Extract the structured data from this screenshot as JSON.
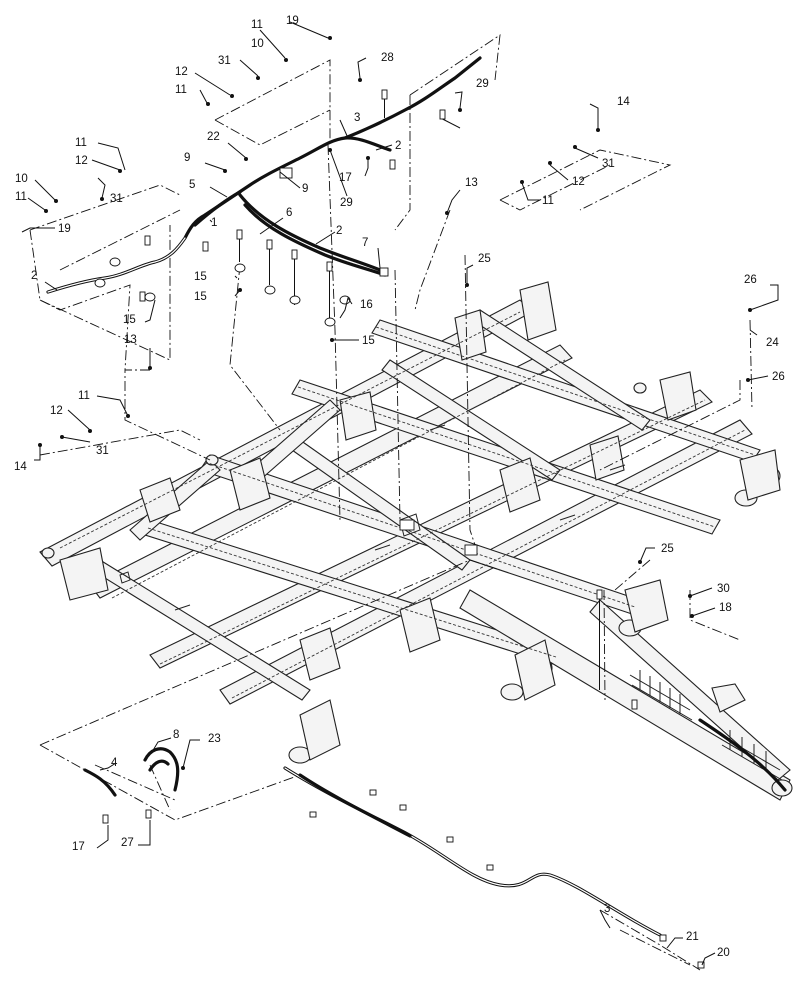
{
  "diagram": {
    "type": "exploded parts illustration",
    "subject": "agricultural implement frame with hydraulic hose routing",
    "callouts": [
      "1",
      "2",
      "3",
      "4",
      "5",
      "6",
      "7",
      "8",
      "9",
      "10",
      "11",
      "12",
      "13",
      "14",
      "15",
      "16",
      "17",
      "18",
      "19",
      "20",
      "21",
      "22",
      "23",
      "24",
      "25",
      "26",
      "27",
      "28",
      "29",
      "30",
      "31"
    ]
  }
}
